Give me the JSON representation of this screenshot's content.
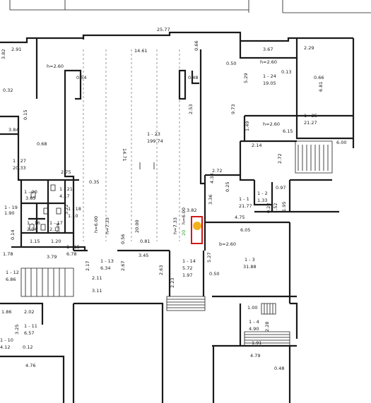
{
  "colors": {
    "line": "#1a1a1a",
    "highlight_frame": "#d01818",
    "marker": "#f2b21c",
    "green_note": "#3aa53a"
  },
  "top_dims": {
    "d25_77": "25.77",
    "d14_61": "14.61",
    "d0_66": "0.66",
    "d3_67": "3.67",
    "d2_29": "2.29",
    "d2_91": "2.91",
    "d3_82": "3.82"
  },
  "heights": {
    "h_2_60_a": "h=2.60",
    "h_2_60_b": "h=2.60",
    "h_2_60_c": "h=2.60",
    "h_2_60_d": "b=2.60",
    "h_6_00": "h=6.00",
    "h_7_33": "h=7.33",
    "h_7_33_b": "h=7.33",
    "h_6_00_b": "h=6.00"
  },
  "rooms": [
    {
      "id": "1 - 23",
      "area": "199.74"
    },
    {
      "id": "1 - 24",
      "area": "19.05"
    },
    {
      "id": "1 - 25",
      "area": "21.27"
    },
    {
      "id": "1 - 27",
      "area": "20.33"
    },
    {
      "id": "1 - 20",
      "area": "3.65"
    },
    {
      "id": "1 - 21",
      "area": "4.17"
    },
    {
      "id": "1 - 19",
      "area": "1.90"
    },
    {
      "id": "1 - 16",
      "area": "2.04"
    },
    {
      "id": "1 - 17",
      "area": "2.13"
    },
    {
      "id": "1 - 18",
      "area": "1.10"
    },
    {
      "id": "1 - 15",
      "area": "6.78"
    },
    {
      "id": "1 - 12",
      "area": "6.86"
    },
    {
      "id": "1 - 13",
      "area": "6.34"
    },
    {
      "id": "1 - 14",
      "area": "5.72"
    },
    {
      "id": "1 - 1",
      "area": "21.77"
    },
    {
      "id": "1 - 2",
      "area": "1.33"
    },
    {
      "id": "1 - 3",
      "area": "31.88"
    },
    {
      "id": "1 - 4",
      "area": "4.90"
    },
    {
      "id": "1 - 11",
      "area": "6.57"
    },
    {
      "id": "1 - 10",
      "area": "4.12"
    }
  ],
  "misc_dims": {
    "m0_54": "0.54",
    "m0_48": "0.48",
    "m0_50": "0.50",
    "m9_73": "9.73",
    "m5_29": "5.29",
    "m0_13": "0.13",
    "m0_66": "0.66",
    "m6_81": "6.81",
    "m6_15": "6.15",
    "m1_49": "1.49",
    "m2_14": "2.14",
    "m2_72": "2.72",
    "m6_00": "6.00",
    "m2_72b": "2.72",
    "m2_75": "2.75",
    "m0_35": "0.35",
    "m3_22": "3.22",
    "m3_96": "3.96",
    "m1_15": "1.15",
    "m1_20": "1.20",
    "m0_14": "0.14",
    "m3_79": "3.79",
    "m1_78": "1.78",
    "m3_84": "3.84",
    "m0_68": "0.68",
    "m0_15": "0.15",
    "m4_38": "4.38",
    "m3_36": "3.36",
    "m0_25": "0.25",
    "m4_75": "4.75",
    "m6_05": "6.05",
    "m0_97": "0.97",
    "m0_22": "0.22",
    "m5_27": "5.27",
    "m0_50b": "0.50",
    "m3_45": "3.45",
    "m2_63": "2.63",
    "m2_67": "2.67",
    "m2_17": "2.17",
    "m2_11": "2.11",
    "m0_56": "0.56",
    "m3_11": "3.11",
    "m1_97": "1.97",
    "m2_23": "2.23",
    "m1_00": "1.00",
    "m2_02": "2.02",
    "m1_86": "1.86",
    "m3_25": "3.25",
    "m0_12": "0.12",
    "m4_76": "4.76",
    "m1_91": "1.91",
    "m2_28": "2.28",
    "m4_79": "4.79",
    "m0_48b": "0.48",
    "m14_71": "14.71",
    "m20_00": "20.00",
    "m0_81": "0.81",
    "m1_52": "1.52",
    "m1_95": "1.95",
    "m0_32": "0.32",
    "m3_82b": "3.82",
    "m2_53": "2.53"
  },
  "green_note": "20"
}
